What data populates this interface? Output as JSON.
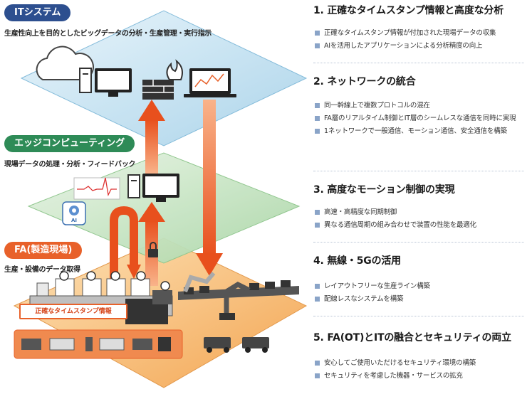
{
  "layers": {
    "it": {
      "label": "ITシステム",
      "desc": "生産性向上を目的としたビッグデータの分析・生産管理・実行指示",
      "color": "#2d4f8f"
    },
    "edge": {
      "label": "エッジコンピューティング",
      "desc": "現場データの処理・分析・フィードバック",
      "color": "#2e8b57"
    },
    "fa": {
      "label": "FA(製造現場)",
      "desc": "生産・設備のデータ取得",
      "color": "#e8612a"
    }
  },
  "timestamp_label": "正確なタイムスタンプ情報",
  "ai_badge": "AI",
  "icons": [
    "cloud-icon",
    "pc-tower-icon",
    "monitor-icon",
    "firewall-icon",
    "analytics-laptop-icon",
    "waveform-monitor-icon",
    "lock-icon",
    "ai-brain-icon",
    "robot-arm-icon",
    "agv-icon",
    "stopwatch-icon",
    "conveyor-icon"
  ],
  "sections": [
    {
      "title": "1. 正確なタイムスタンプ情報と高度な分析",
      "items": [
        "正確なタイムスタンプ情報が付加された現場データの収集",
        "AIを活用したアプリケーションによる分析精度の向上"
      ]
    },
    {
      "title": "2. ネットワークの統合",
      "items": [
        "同一幹線上で複数プロトコルの混在",
        "FA層のリアルタイム制御とIT層のシームレスな通信を同時に実現",
        "1ネットワークで一般通信、モーション通信、安全通信を構築"
      ]
    },
    {
      "title": "3. 高度なモーション制御の実現",
      "items": [
        "高速・高精度な同期制御",
        "異なる通信周期の組み合わせで装置の性能を最適化"
      ]
    },
    {
      "title": "4. 無線・5Gの活用",
      "items": [
        "レイアウトフリーな生産ライン構築",
        "配線レスなシステムを構築"
      ]
    },
    {
      "title": "5. FA(OT)とITの融合とセキュリティの両立",
      "items": [
        "安心してご使用いただけるセキュリティ環境の構築",
        "セキュリティを考慮した機器・サービスの拡充"
      ]
    }
  ],
  "colors": {
    "accent_orange": "#e8612a",
    "bullet": "#8aa4c8",
    "it_plane": "#cfe6f2",
    "edge_plane": "#cfe8cf",
    "fa_plane": "#f7c98a"
  }
}
